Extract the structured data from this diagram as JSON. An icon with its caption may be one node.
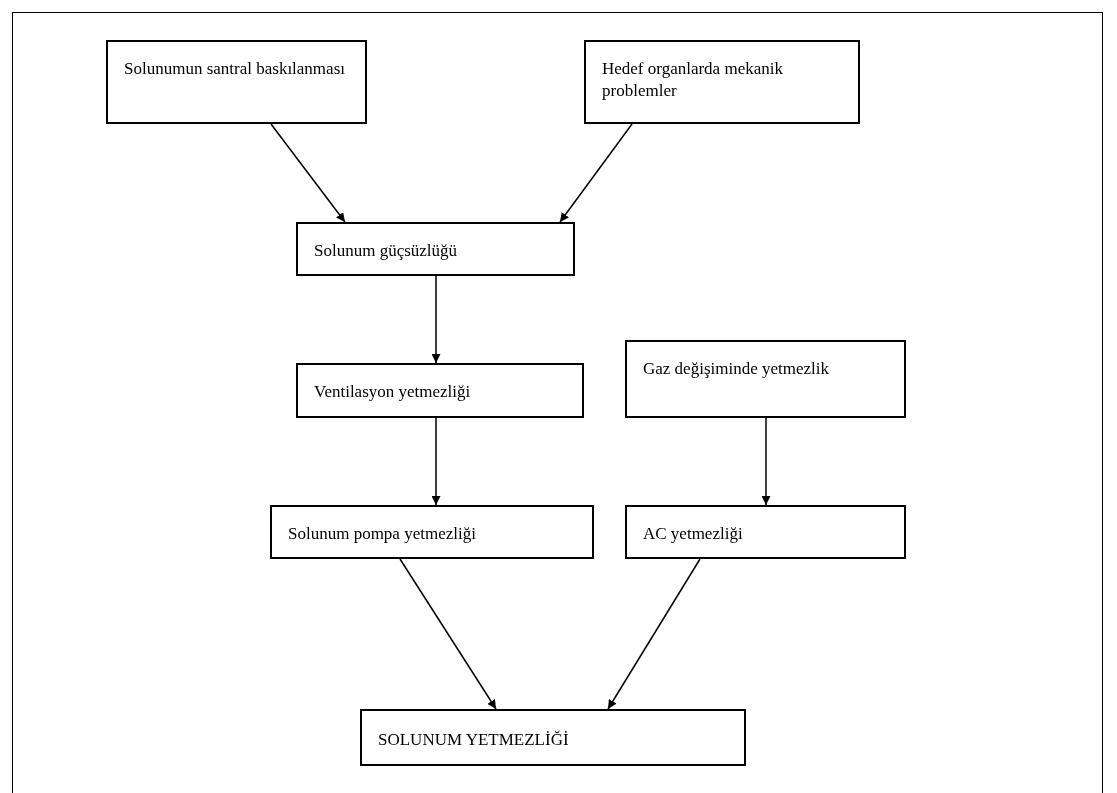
{
  "diagram": {
    "nodes": [
      {
        "text": [
          "Solunumun santral baskılanması"
        ]
      },
      {
        "text": [
          "Hedef organlarda mekanik problemler"
        ]
      },
      {
        "text": [
          "Solunum güçsüzlüğü"
        ]
      },
      {
        "text": [
          "Ventilasyon yetmezliği"
        ]
      },
      {
        "text": [
          "Gaz değişiminde yetmezlik"
        ]
      },
      {
        "text": [
          "Solunum pompa yetmezliği"
        ]
      },
      {
        "text": [
          "AC yetmezliği"
        ]
      },
      {
        "text": [
          "SOLUNUM YETMEZLİĞİ"
        ]
      }
    ],
    "edges": [
      {
        "from": 0,
        "to": 2,
        "arrow": "to"
      },
      {
        "from": 1,
        "to": 2,
        "arrow": "to"
      },
      {
        "from": 2,
        "to": 3,
        "arrow": "to"
      },
      {
        "from": 3,
        "to": 5,
        "arrow": "to"
      },
      {
        "from": 4,
        "to": 6,
        "arrow": "to"
      },
      {
        "from": 5,
        "to": 7,
        "arrow": "to"
      },
      {
        "from": 6,
        "to": 7,
        "arrow": "to"
      }
    ]
  }
}
